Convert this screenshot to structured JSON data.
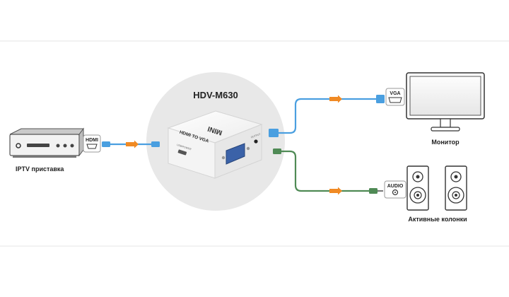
{
  "device": {
    "model": "HDV-M630",
    "top_label": "MINI",
    "side_label": "HDMI TO VGA",
    "usb_port_label": "USB/POWER",
    "audio_port_label": "OUTPUT"
  },
  "source": {
    "label": "IPTV приставка",
    "port_tag": "HDMI"
  },
  "monitor": {
    "label": "Монитор",
    "port_tag": "VGA"
  },
  "speakers": {
    "label": "Активные колонки",
    "port_tag": "AUDIO"
  },
  "colors": {
    "hdmi_cable": "#4a9fe0",
    "vga_cable": "#4a9fe0",
    "audio_cable": "#4f8a55",
    "arrow": "#f08a24",
    "background_band": "#e8e8e8",
    "device_body": "#f7f7f7",
    "frame_line": "#e6e6e6"
  }
}
